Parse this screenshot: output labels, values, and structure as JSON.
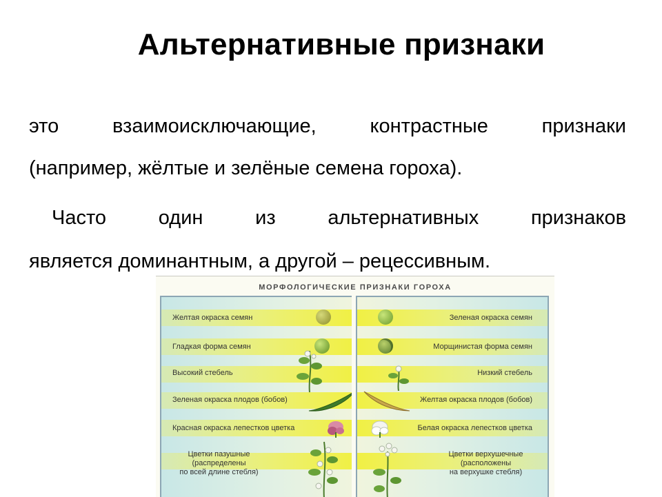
{
  "slide": {
    "title": "Альтернативные признаки",
    "paragraph_lines": [
      "это взаимоисключающие, контрастные признаки",
      "(например, жёлтые и зелёные семена гороха).",
      "Часто один из альтернативных признаков",
      "является доминантным, а другой – рецессивным."
    ]
  },
  "figure": {
    "title": "МОРФОЛОГИЧЕСКИЕ ПРИЗНАКИ ГОРОХА",
    "left_traits": [
      "Желтая окраска семян",
      "Гладкая форма семян",
      "Высокий стебель",
      "Зеленая окраска плодов (бобов)",
      "Красная окраска лепестков цветка",
      "Цветки пазушные",
      "(распределены",
      "по всей длине стебля)"
    ],
    "right_traits": [
      "Зеленая окраска семян",
      "Морщинистая форма семян",
      "Низкий стебель",
      "Желтая окраска плодов (бобов)",
      "Белая окраска лепестков цветка",
      "Цветки верхушечные",
      "(расположены",
      "на верхушке стебля)"
    ],
    "colors": {
      "yellow_seed": "#a6a63a",
      "green_seed": "#8ec44a",
      "green_pod": "#3f7a2a",
      "yellow_pod": "#c8a84a",
      "red_petal": "#d98aa6",
      "white_petal": "#f4f4f0"
    }
  }
}
